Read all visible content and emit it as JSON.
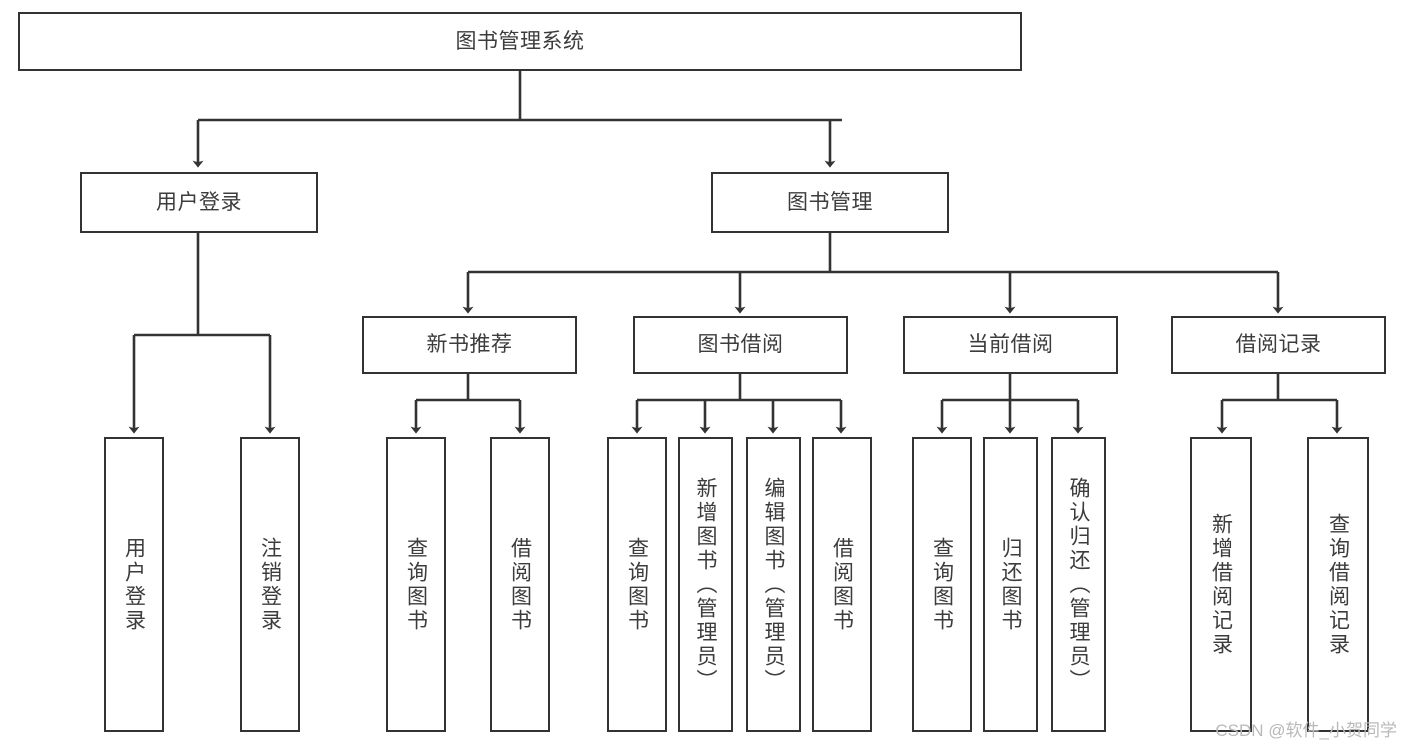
{
  "diagram": {
    "type": "tree-hierarchy-chart",
    "title": "图书管理系统",
    "colors": {
      "box_border": "#333333",
      "box_fill": "#ffffff",
      "edge": "#333333",
      "text": "#3c3c3c",
      "watermark": "#b9b9b9",
      "background": "#ffffff"
    },
    "watermark": "CSDN @软件_小贺同学",
    "nodes": {
      "root": {
        "label": "图书管理系统"
      },
      "level2": [
        {
          "id": "user-login",
          "label": "用户登录"
        },
        {
          "id": "book-manage",
          "label": "图书管理"
        }
      ],
      "level3": [
        {
          "id": "new-book-rec",
          "label": "新书推荐"
        },
        {
          "id": "book-borrow",
          "label": "图书借阅"
        },
        {
          "id": "current-borrow",
          "label": "当前借阅"
        },
        {
          "id": "borrow-record",
          "label": "借阅记录"
        }
      ],
      "leaves": {
        "user-login": [
          {
            "id": "leaf-user-login",
            "label": "用户登录"
          },
          {
            "id": "leaf-logout-login",
            "label": "注销登录"
          }
        ],
        "new-book-rec": [
          {
            "id": "leaf-query-book-1",
            "label": "查询图书"
          },
          {
            "id": "leaf-borrow-book-1",
            "label": "借阅图书"
          }
        ],
        "book-borrow": [
          {
            "id": "leaf-query-book-2",
            "label": "查询图书"
          },
          {
            "id": "leaf-add-book",
            "label": "新增图书（管理员）"
          },
          {
            "id": "leaf-edit-book",
            "label": "编辑图书（管理员）"
          },
          {
            "id": "leaf-borrow-book-2",
            "label": "借阅图书"
          }
        ],
        "current-borrow": [
          {
            "id": "leaf-query-book-3",
            "label": "查询图书"
          },
          {
            "id": "leaf-return-book",
            "label": "归还图书"
          },
          {
            "id": "leaf-confirm-return",
            "label": "确认归还（管理员）"
          }
        ],
        "borrow-record": [
          {
            "id": "leaf-add-record",
            "label": "新增借阅记录"
          },
          {
            "id": "leaf-query-record",
            "label": "查询借阅记录"
          }
        ]
      }
    }
  }
}
